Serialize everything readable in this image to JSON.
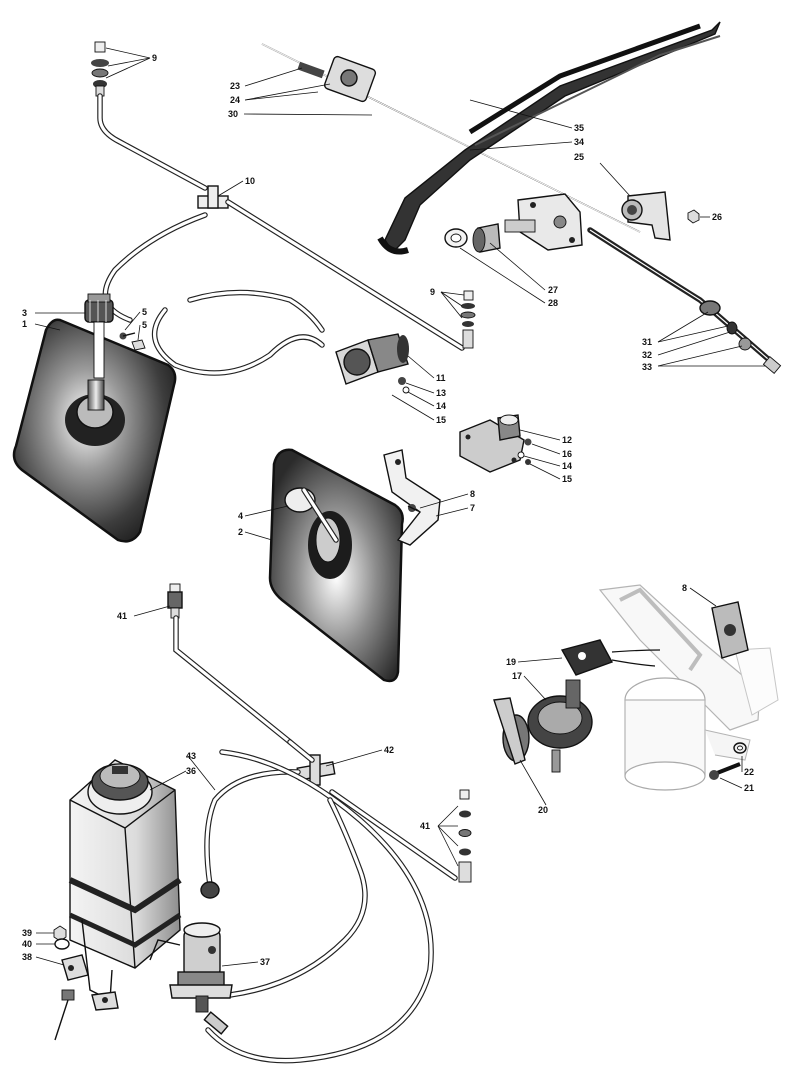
{
  "diagram": {
    "colors": {
      "ink": "#111111",
      "paper": "#ffffff",
      "shade": "#6b6b6b",
      "light_shade": "#bdbdbd"
    },
    "components": [
      {
        "id": "washer-reservoir-bag-1",
        "name": "washer bag (1)"
      },
      {
        "id": "washer-reservoir-bag-2",
        "name": "washer bag (2)"
      },
      {
        "id": "wiper-motor-assembly",
        "name": "wiper motor assembly"
      },
      {
        "id": "washer-bottle",
        "name": "washer bottle (36)"
      },
      {
        "id": "washer-pump",
        "name": "washer pump (37)"
      },
      {
        "id": "wiper-arm",
        "name": "wiper arm and blade"
      },
      {
        "id": "wheelbox",
        "name": "wheelbox"
      },
      {
        "id": "drive-cable",
        "name": "drive cable"
      }
    ],
    "callouts": [
      {
        "n": "9"
      },
      {
        "n": "23"
      },
      {
        "n": "24"
      },
      {
        "n": "30"
      },
      {
        "n": "35"
      },
      {
        "n": "34"
      },
      {
        "n": "25"
      },
      {
        "n": "10"
      },
      {
        "n": "26"
      },
      {
        "n": "27"
      },
      {
        "n": "28"
      },
      {
        "n": "3"
      },
      {
        "n": "1"
      },
      {
        "n": "5"
      },
      {
        "n": "5"
      },
      {
        "n": "9"
      },
      {
        "n": "31"
      },
      {
        "n": "32"
      },
      {
        "n": "33"
      },
      {
        "n": "11"
      },
      {
        "n": "13"
      },
      {
        "n": "14"
      },
      {
        "n": "15"
      },
      {
        "n": "12"
      },
      {
        "n": "16"
      },
      {
        "n": "14"
      },
      {
        "n": "15"
      },
      {
        "n": "8"
      },
      {
        "n": "7"
      },
      {
        "n": "4"
      },
      {
        "n": "2"
      },
      {
        "n": "41"
      },
      {
        "n": "8"
      },
      {
        "n": "19"
      },
      {
        "n": "17"
      },
      {
        "n": "22"
      },
      {
        "n": "21"
      },
      {
        "n": "20"
      },
      {
        "n": "43"
      },
      {
        "n": "36"
      },
      {
        "n": "42"
      },
      {
        "n": "41"
      },
      {
        "n": "39"
      },
      {
        "n": "40"
      },
      {
        "n": "38"
      },
      {
        "n": "37"
      }
    ]
  }
}
